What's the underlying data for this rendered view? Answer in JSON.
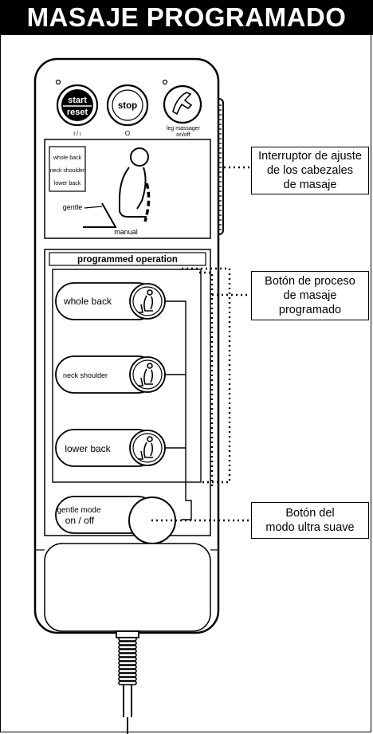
{
  "title": "MASAJE PROGRAMADO",
  "remote": {
    "start_line1": "start",
    "start_line2": "reset",
    "start_symbol": "I / ı",
    "stop_label": "stop",
    "stop_symbol": "O",
    "leg_label_line1": "leg massager",
    "leg_label_line2": "on/off",
    "zone_labels": [
      "whole back",
      "neck shoulder",
      "lower back"
    ],
    "gentle_label": "gentle",
    "manual_label": "manual",
    "program_header": "programmed operation",
    "program_buttons": [
      "whole back",
      "neck shoulder",
      "lower back"
    ],
    "gentle_mode_line1": "gentle mode",
    "gentle_mode_line2": "on / off"
  },
  "callouts": {
    "adjust_switch": [
      "Interruptor de ajuste",
      "de los cabezales",
      "de masaje"
    ],
    "program_button": [
      "Botón de proceso",
      "de masaje",
      "programado"
    ],
    "ultra_soft": [
      "Botón del",
      "modo ultra suave"
    ]
  }
}
